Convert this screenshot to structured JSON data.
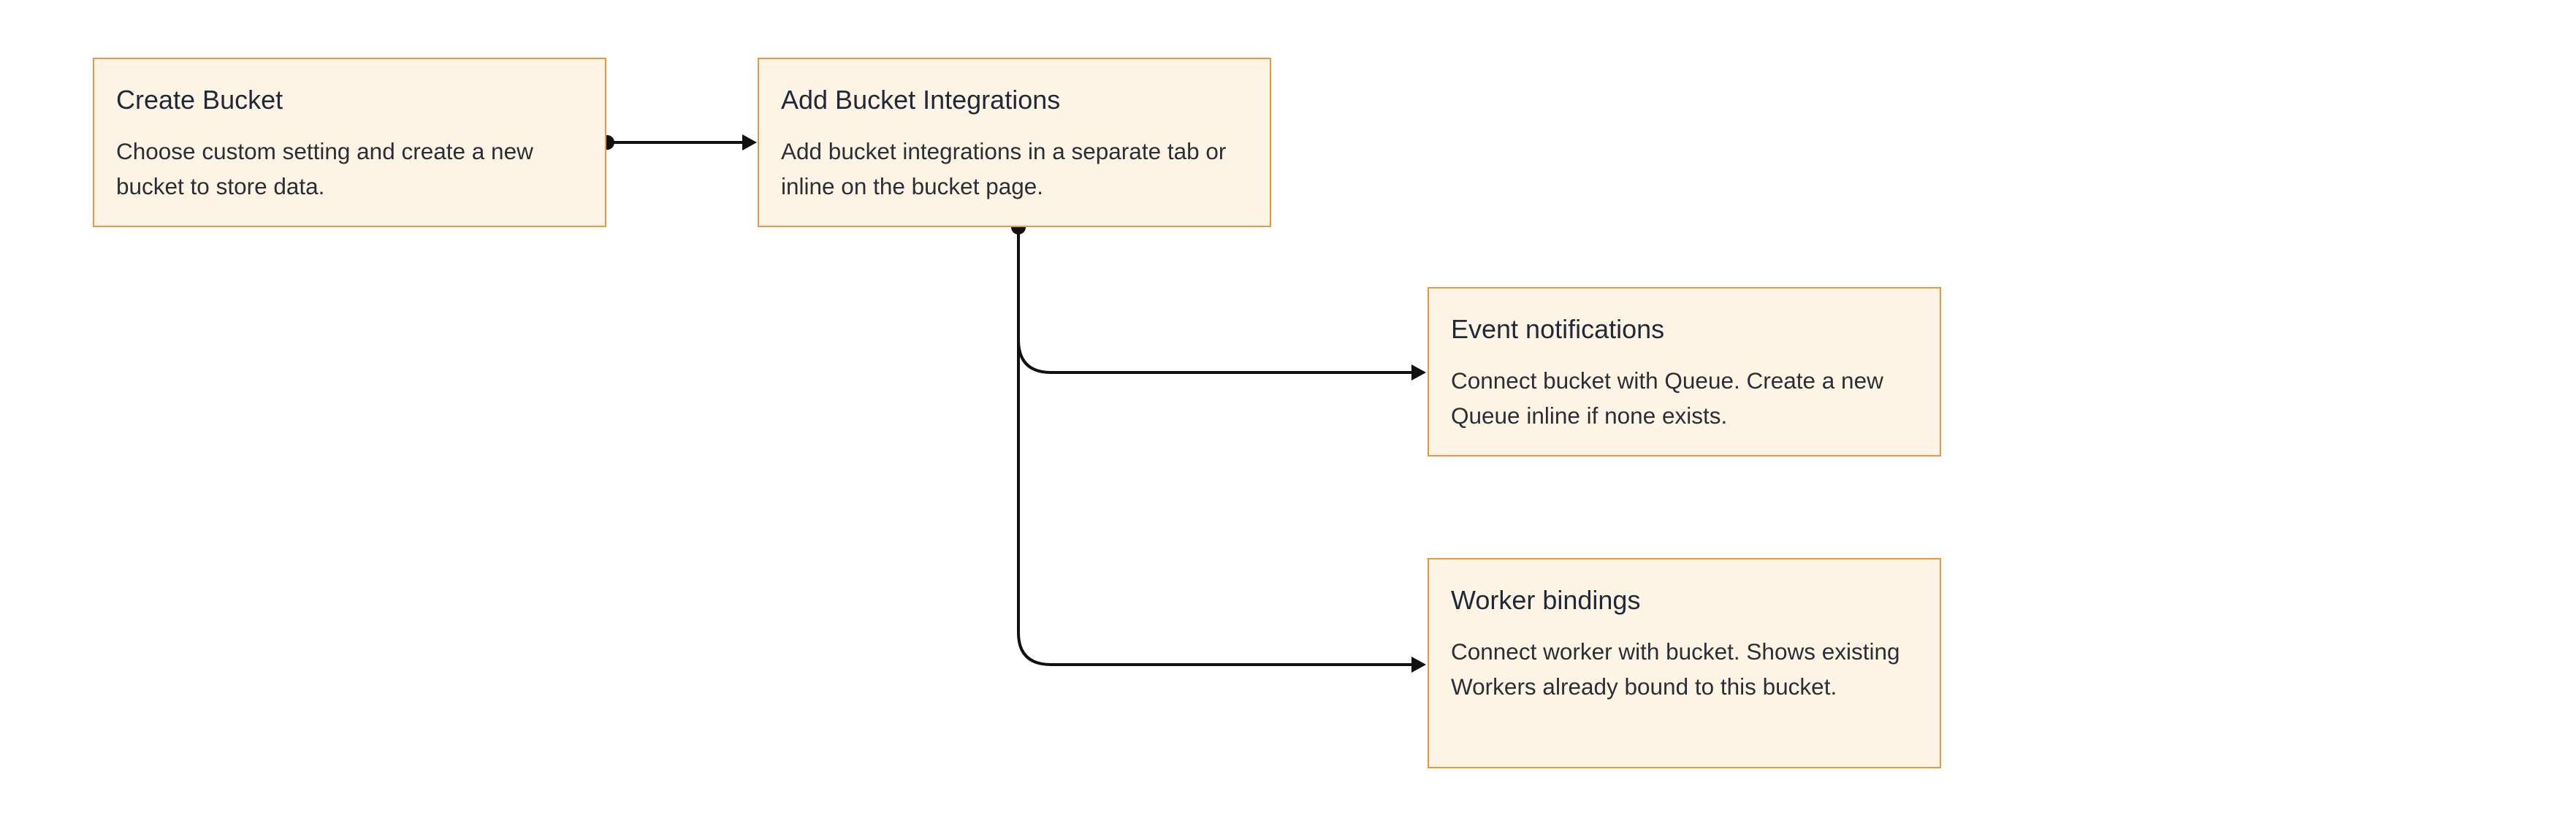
{
  "diagram": {
    "nodes": [
      {
        "id": "create-bucket",
        "title": "Create Bucket",
        "description": "Choose custom setting and create a new bucket to store data."
      },
      {
        "id": "add-integrations",
        "title": "Add Bucket Integrations",
        "description": "Add bucket integrations in a separate tab or inline on the bucket page."
      },
      {
        "id": "event-notifications",
        "title": "Event notifications",
        "description": "Connect bucket with Queue. Create a new Queue inline if none exists."
      },
      {
        "id": "worker-bindings",
        "title": "Worker bindings",
        "description": "Connect worker with bucket. Shows existing Workers already bound to this bucket."
      }
    ],
    "edges": [
      {
        "from": "create-bucket",
        "to": "add-integrations"
      },
      {
        "from": "add-integrations",
        "to": "event-notifications"
      },
      {
        "from": "add-integrations",
        "to": "worker-bindings"
      }
    ],
    "colors": {
      "node_fill": "#fef4e6",
      "node_border": "#e8983f",
      "connector": "#111111"
    }
  }
}
